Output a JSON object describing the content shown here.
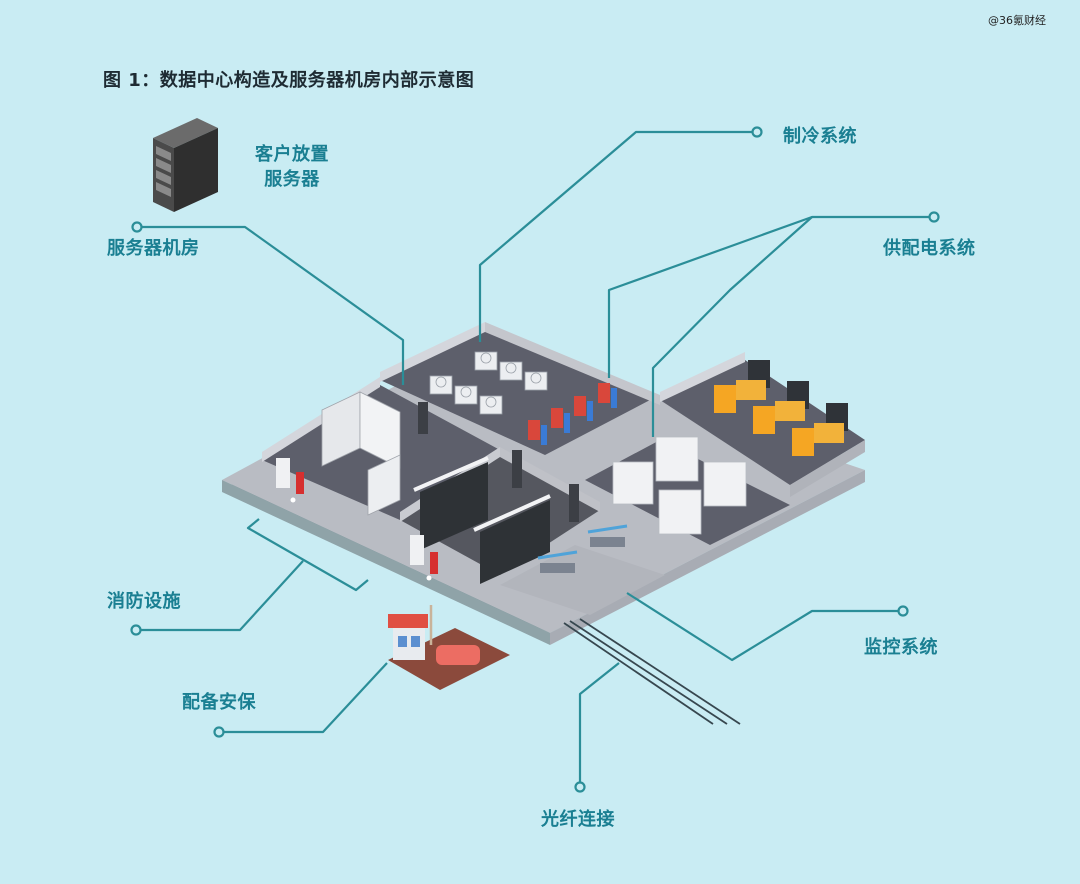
{
  "watermark": "@36氪财经",
  "figure": {
    "title": "图 1：数据中心构造及服务器机房内部示意图"
  },
  "legend_server": {
    "label_line1": "客户放置",
    "label_line2": "服务器",
    "icon": "server-rack-icon"
  },
  "callouts": {
    "server_room": "服务器机房",
    "cooling": "制冷系统",
    "power": "供配电系统",
    "fire": "消防设施",
    "security": "配备安保",
    "fiber": "光纤连接",
    "monitoring": "监控系统"
  },
  "colors": {
    "background": "#c9ecf3",
    "callout_line": "#2b8e98",
    "label_text": "#1a7f92",
    "title_text": "#1e2b33",
    "floor_dark": "#5d5f6b",
    "wall": "#d4d6dc",
    "generator": "#f5a623",
    "ac_red": "#d9473b",
    "ac_blue": "#3a7bd5"
  }
}
